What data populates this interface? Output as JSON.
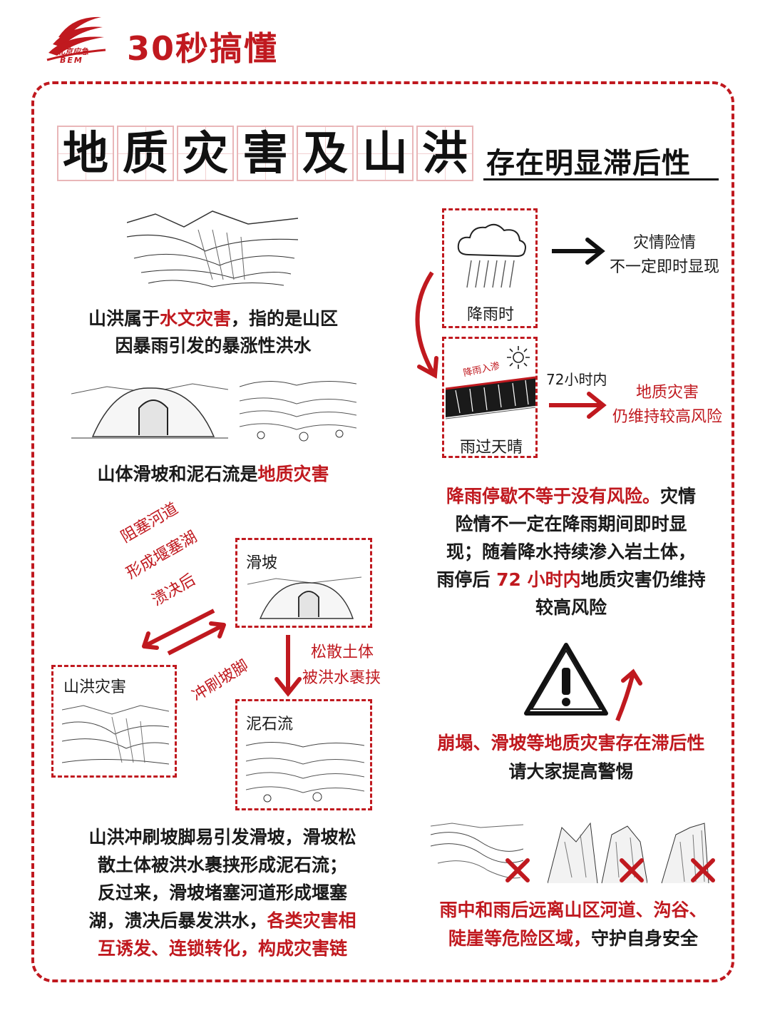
{
  "header": {
    "brand_title": "30秒搞懂",
    "logo_text_cn": "北京应急",
    "logo_text_en": "BEM"
  },
  "title": {
    "chars": [
      "地",
      "质",
      "灾",
      "害",
      "及",
      "山",
      "洪"
    ],
    "subtitle": "存在明显滞后性"
  },
  "left": {
    "flood_desc_pre": "山洪属于",
    "flood_desc_red": "水文灾害",
    "flood_desc_post": "，指的是山区",
    "flood_desc_line2": "因暴雨引发的暴涨性洪水",
    "geo_desc_pre": "山体滑坡和泥石流是",
    "geo_desc_red": "地质灾害"
  },
  "chain": {
    "landslide_label": "滑坡",
    "flood_label": "山洪灾害",
    "debris_label": "泥石流",
    "block_text_1": "阻塞河道",
    "block_text_2": "形成堰塞湖",
    "block_text_3": "溃决后",
    "scour_text": "冲刷坡脚",
    "loose_text_1": "松散土体",
    "loose_text_2": "被洪水裹挟",
    "summary_1": "山洪冲刷坡脚易引发滑坡，滑坡松",
    "summary_2": "散土体被洪水裹挟形成泥石流；",
    "summary_3": "反过来，滑坡堵塞河道形成堰塞",
    "summary_4a": "湖，溃决后暴发洪水，",
    "summary_4b": "各类灾害相",
    "summary_5": "互诱发、连锁转化，构成灾害链"
  },
  "right": {
    "rain_label": "降雨时",
    "rain_result_1": "灾情险情",
    "rain_result_2": "不一定即时显现",
    "infiltrate_label": "降雨入渗",
    "clear_label": "雨过天晴",
    "hours_label": "72小时内",
    "geo_risk_1": "地质灾害",
    "geo_risk_2": "仍维持较高风险",
    "para_red_1": "降雨停歇不等于没有风险。",
    "para_1b": "灾情",
    "para_2": "险情不一定在降雨期间即时显",
    "para_3": "现；随着降水持续渗入岩土体，",
    "para_4a": "雨停后 ",
    "para_4red": "72 小时内",
    "para_4b": "地质灾害仍维持",
    "para_5": "较高风险",
    "warn_red": "崩塌、滑坡等地质灾害存在滞后性",
    "warn_black": "请大家提高警惕",
    "avoid_1": "雨中和雨后远离山区河道、沟谷、",
    "avoid_2a": "陡崖等危险区域，",
    "avoid_2b": "守护自身安全"
  },
  "colors": {
    "accent": "#c0191f",
    "text": "#1a1a1a"
  }
}
